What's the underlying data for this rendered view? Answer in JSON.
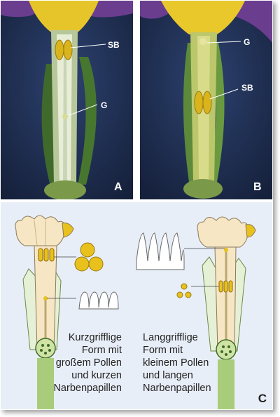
{
  "photos": {
    "a": {
      "letter": "A",
      "label_sb": "SB",
      "label_g": "G"
    },
    "b": {
      "letter": "B",
      "label_g": "G",
      "label_sb": "SB"
    }
  },
  "diagram": {
    "letter": "C",
    "short_style": [
      "Kurzgrifflige",
      "Form mit",
      "großem Pollen",
      "und kurzen",
      "Narbenpapillen"
    ],
    "long_style": [
      "Langgrifflige",
      "Form mit",
      "kleinem Pollen",
      "und langen",
      "Narbenpapillen"
    ]
  },
  "colors": {
    "photo_background": "#1d2b4a",
    "diagram_background": "#e8eef7",
    "petal": "#f6e6c4",
    "stem": "#d2e8a8",
    "pollen": "#e8c11c"
  }
}
